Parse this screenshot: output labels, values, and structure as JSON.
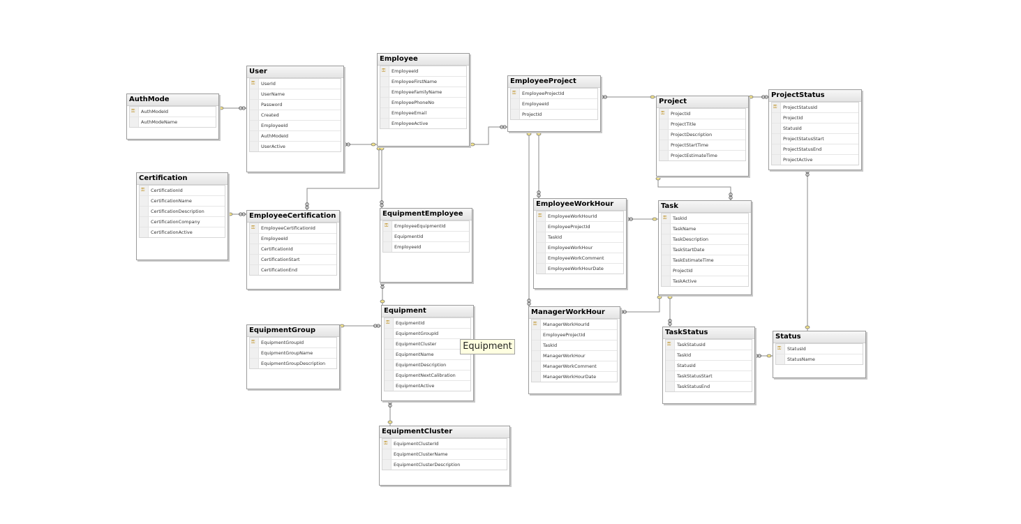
{
  "tables": [
    {
      "name": "AuthMode",
      "columns": [
        "AuthModeId",
        "AuthModeName"
      ]
    },
    {
      "name": "User",
      "columns": [
        "UserId",
        "UserName",
        "Password",
        "Created",
        "EmployeeId",
        "AuthModeId",
        "UserActive"
      ]
    },
    {
      "name": "Employee",
      "columns": [
        "EmployeeId",
        "EmployeeFirstName",
        "EmployeeFamilyName",
        "EmployeePhoneNo",
        "EmployeeEmail",
        "EmployeeActive"
      ]
    },
    {
      "name": "EmployeeProject",
      "columns": [
        "EmployeeProjectId",
        "EmployeeId",
        "ProjectId"
      ]
    },
    {
      "name": "Project",
      "columns": [
        "ProjectId",
        "ProjectTitle",
        "ProjectDescription",
        "ProjectStartTime",
        "ProjectEstimateTime"
      ]
    },
    {
      "name": "ProjectStatus",
      "columns": [
        "ProjectStatusId",
        "ProjectId",
        "StatusId",
        "ProjectStatusStart",
        "ProjectStatusEnd",
        "ProjectActive"
      ]
    },
    {
      "name": "Certification",
      "columns": [
        "CertificationId",
        "CertificationName",
        "CertificationDescription",
        "CertificationCompany",
        "CertificationActive"
      ]
    },
    {
      "name": "EmployeeCertification",
      "columns": [
        "EmployeeCertificationId",
        "EmployeeId",
        "CertificationId",
        "CertificationStart",
        "CertificationEnd"
      ]
    },
    {
      "name": "EquipmentEmployee",
      "columns": [
        "EmployeeEquipmentId",
        "EquipmentId",
        "EmployeeId"
      ]
    },
    {
      "name": "EmployeeWorkHour",
      "columns": [
        "EmployeeWorkHourId",
        "EmployeeProjectId",
        "TaskId",
        "EmployeeWorkHour",
        "EmployeeWorkComment",
        "EmployeeWorkHourDate"
      ]
    },
    {
      "name": "Task",
      "columns": [
        "TaskId",
        "TaskName",
        "TaskDescription",
        "TaskStartDate",
        "TaskEstimateTime",
        "ProjectId",
        "TaskActive"
      ]
    },
    {
      "name": "Equipment",
      "columns": [
        "EquipmentId",
        "EquipmentGroupId",
        "EquipmentCluster",
        "EquipmentName",
        "EquipmentDescription",
        "EquipmentNextCalibration",
        "EquipmentActive"
      ]
    },
    {
      "name": "EquipmentGroup",
      "columns": [
        "EquipmentGroupId",
        "EquipmentGroupName",
        "EquipmentGroupDescription"
      ]
    },
    {
      "name": "ManagerWorkHour",
      "columns": [
        "ManagerWorkHourId",
        "EmployeeProjectId",
        "TaskId",
        "ManagerWorkHour",
        "ManagerWorkComment",
        "ManagerWorkHourDate"
      ]
    },
    {
      "name": "TaskStatus",
      "columns": [
        "TaskStatusId",
        "TaskId",
        "StatusId",
        "TaskStatusStart",
        "TaskStatusEnd"
      ]
    },
    {
      "name": "Status",
      "columns": [
        "StatusId",
        "StatusName"
      ]
    },
    {
      "name": "EquipmentCluster",
      "columns": [
        "EquipmentClusterId",
        "EquipmentClusterName",
        "EquipmentClusterDescription"
      ]
    }
  ],
  "tooltip": {
    "text": "Equipment"
  },
  "colors": {
    "line": "#8a8a8a",
    "key": "#b8860b",
    "header": "#e4e4e4"
  }
}
